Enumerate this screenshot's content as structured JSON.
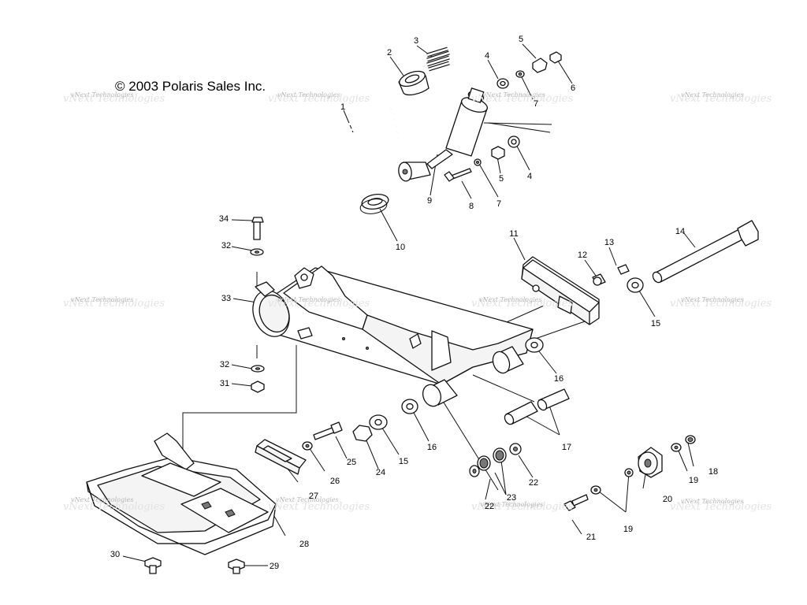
{
  "copyright": "© 2003 Polaris Sales Inc.",
  "watermark": "vNext Technologies",
  "callouts": [
    "1",
    "2",
    "3",
    "4",
    "5",
    "6",
    "7",
    "4",
    "5",
    "7",
    "8",
    "9",
    "10",
    "11",
    "12",
    "13",
    "14",
    "15",
    "16",
    "17",
    "16",
    "15",
    "18",
    "19",
    "19",
    "20",
    "21",
    "22",
    "22",
    "23",
    "24",
    "25",
    "26",
    "27",
    "28",
    "29",
    "30",
    "31",
    "32",
    "32",
    "33",
    "34"
  ]
}
